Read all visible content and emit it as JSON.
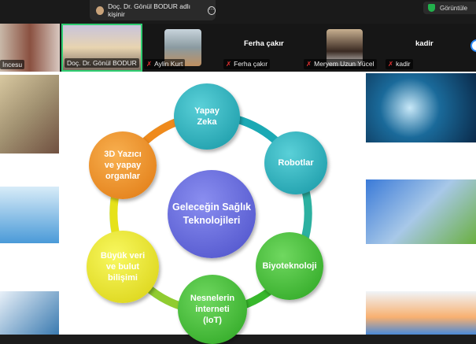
{
  "tab": {
    "title": "Doç. Dr. Gönül BODUR adlı kişinir",
    "more": "⋯"
  },
  "view_button": "Görüntüle",
  "participants": [
    {
      "name": "İncesu"
    },
    {
      "name": "Doç. Dr. Gönül BODUR",
      "active": true
    },
    {
      "name": "Aylin Kurt",
      "muted": true
    },
    {
      "name": "Ferha çakır",
      "muted": true,
      "display": "Ferha çakır"
    },
    {
      "name": "Meryem Uzun Yücel",
      "muted": true
    },
    {
      "name": "kadir",
      "muted": true,
      "display": "kadir"
    }
  ],
  "mute_icon": "✗",
  "diagram": {
    "center": "Geleceğin Sağlık Teknolojileri",
    "nodes": [
      "Yapay Zeka",
      "Robotlar",
      "Biyoteknoloji",
      "Nesnelerin interneti (IoT)",
      "Büyük veri ve bulut bilişimi",
      "3D Yazıcı ve yapay organlar"
    ]
  },
  "colors": {
    "active_border": "#2ecc71",
    "center": "#5a5fd0",
    "teal": "#1ba9b4",
    "green": "#38b82c",
    "yellow": "#e6e21a",
    "orange": "#ef8a1c"
  }
}
